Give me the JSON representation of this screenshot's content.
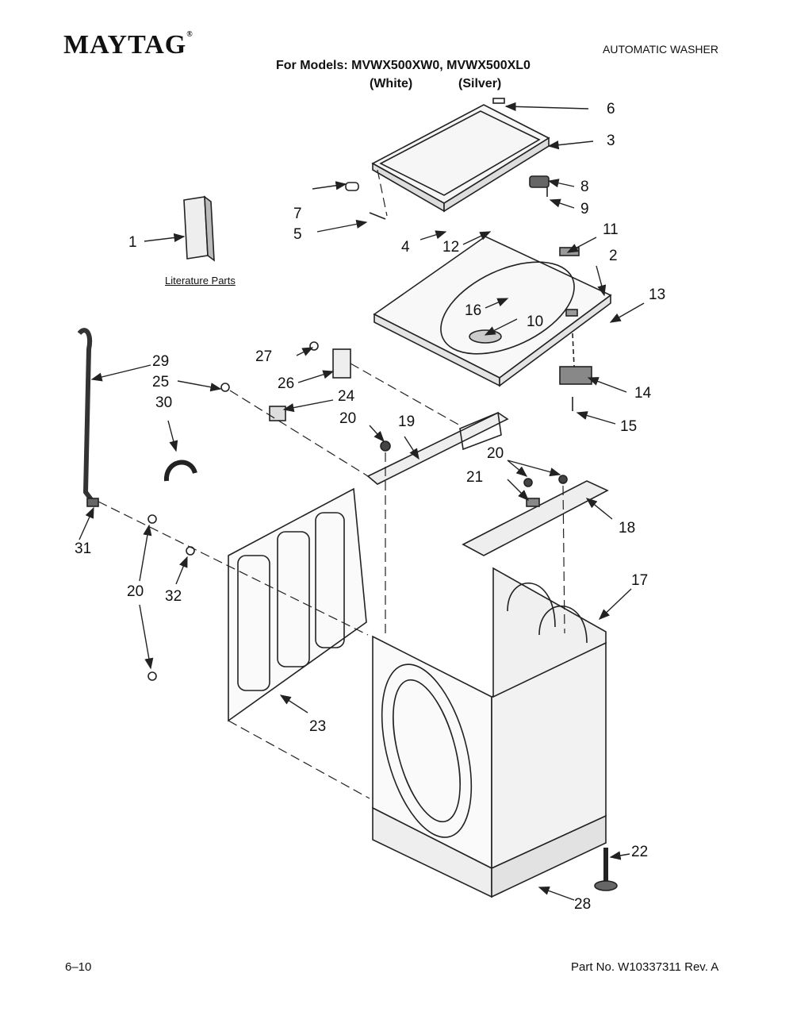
{
  "header": {
    "brand": "MAYTAG",
    "doc_type": "AUTOMATIC WASHER",
    "models_line": "For Models: MVWX500XW0, MVWX500XL0",
    "variant_1": "(White)",
    "variant_2": "(Silver)"
  },
  "literature_label": "Literature Parts",
  "callouts": [
    "1",
    "2",
    "3",
    "4",
    "5",
    "6",
    "7",
    "8",
    "9",
    "10",
    "11",
    "12",
    "13",
    "14",
    "15",
    "16",
    "17",
    "18",
    "19",
    "20",
    "20",
    "20",
    "21",
    "22",
    "23",
    "24",
    "25",
    "26",
    "27",
    "28",
    "29",
    "30",
    "31",
    "32"
  ],
  "footer": {
    "date": "6–10",
    "part_no": "Part No. W10337311 Rev. A"
  }
}
